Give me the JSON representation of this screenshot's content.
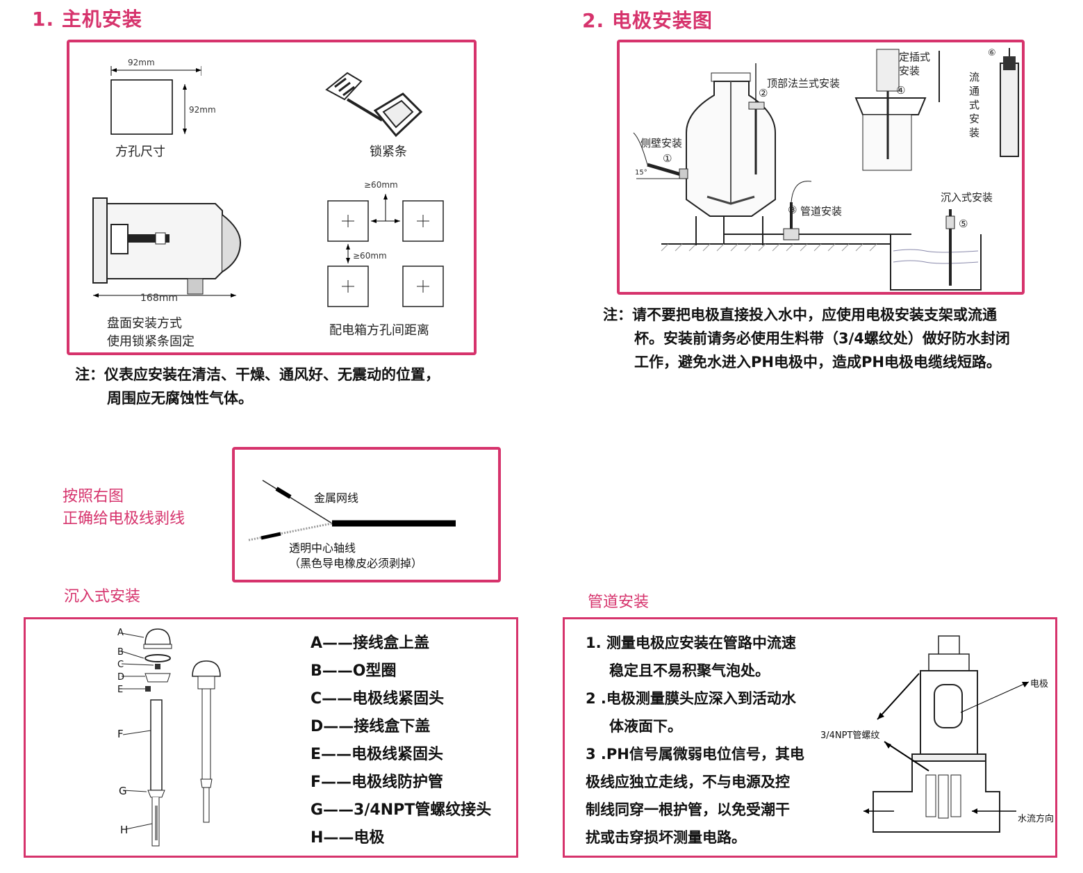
{
  "section1": {
    "title": "1. 主机安装",
    "cutout_label": "方孔尺寸",
    "cutout_width": "92mm",
    "cutout_height": "92mm",
    "lock_strip_label": "锁紧条",
    "panel_width": "168mm",
    "panel_mount_line1": "盘面安装方式",
    "panel_mount_line2": "使用锁紧条固定",
    "spacing_top": "≥60mm",
    "spacing_mid": "≥60mm",
    "spacing_label": "配电箱方孔间距离",
    "note_line1": "注：仪表应安装在清洁、干燥、通风好、无震动的位置，",
    "note_line2": "周围应无腐蚀性气体。"
  },
  "section2": {
    "title": "2. 电极安装图",
    "labels": {
      "top_flange": "顶部法兰式安装",
      "side_wall": "侧壁安装",
      "angle": "15°",
      "pipe": "管道安装",
      "plug": "定插式",
      "plug2": "安装",
      "flow": "流通式安装",
      "submerged": "沉入式安装",
      "n1": "①",
      "n2": "②",
      "n3": "③",
      "n4": "④",
      "n5": "⑤",
      "n6": "⑥"
    },
    "note_line1": "注：请不要把电极直接投入水中，应使用电极安装支架或流通",
    "note_line2": "杯。安装前请务必使用生料带（3/4螺纹处）做好防水封闭",
    "note_line3": "工作，避免水进入PH电极中，造成PH电极电缆线短路。"
  },
  "strip": {
    "instruction_line1": "按照右图",
    "instruction_line2": "正确给电极线剥线",
    "metal_mesh": "金属网线",
    "core_line": "透明中心轴线",
    "core_note": "（黑色导电橡皮必须剥掉）"
  },
  "submerged": {
    "title": "沉入式安装",
    "diagram_letters": [
      "A",
      "B",
      "C",
      "D",
      "E",
      "F",
      "G",
      "H"
    ],
    "legend": [
      "A——接线盒上盖",
      "B——O型圈",
      "C——电极线紧固头",
      "D——接线盒下盖",
      "E——电极线紧固头",
      "F——电极线防护管",
      "G——3/4NPT管螺纹接头",
      "H——电极"
    ]
  },
  "pipeline": {
    "title": "管道安装",
    "lines": [
      "1. 测量电极应安装在管路中流速",
      "稳定且不易积聚气泡处。",
      "2 .电极测量膜头应深入到活动水",
      "体液面下。",
      "3 .PH信号属微弱电位信号，其电",
      "极线应独立走线，不与电源及控",
      "制线同穿一根护管，以免受潮干",
      "扰或击穿损坏测量电路。"
    ],
    "label_electrode": "电极",
    "label_thread": "3/4NPT管螺纹",
    "label_flow": "水流方向"
  },
  "colors": {
    "accent": "#d6336c"
  }
}
